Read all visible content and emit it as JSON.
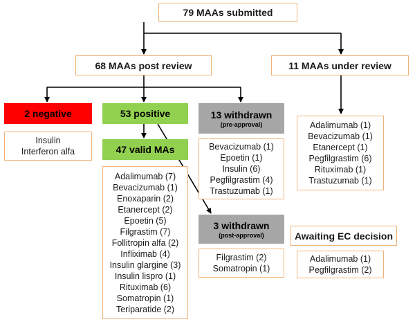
{
  "top": "79 MAAs submitted",
  "post_review": "68 MAAs post review",
  "under_review": "11 MAAs under review",
  "negative": "2 negative",
  "negative_items": [
    "Insulin",
    "Interferon alfa"
  ],
  "positive": "53 positive",
  "valid": "47 valid MAs",
  "valid_items": [
    "Adalimumab (7)",
    "Bevacizumab (1)",
    "Enoxaparin (2)",
    "Etanercept (2)",
    "Epoetin (5)",
    "Filgrastim (7)",
    "Follitropin alfa (2)",
    "Infliximab (4)",
    "Insulin glargine (3)",
    "Insulin lispro (1)",
    "Rituximab (6)",
    "Somatropin (1)",
    "Teriparatide (2)"
  ],
  "withdrawn_pre": "13 withdrawn",
  "withdrawn_pre_sub": "(pre-approval)",
  "withdrawn_pre_items": [
    "Bevacizumab (1)",
    "Epoetin (1)",
    "Insulin (6)",
    "Pegfilgrastim (4)",
    "Trastuzumab (1)"
  ],
  "withdrawn_post": "3 withdrawn",
  "withdrawn_post_sub": "(post-approval)",
  "withdrawn_post_items": [
    "Filgrastim (2)",
    "Somatropin (1)"
  ],
  "under_review_items": [
    "Adalimumab (1)",
    "Bevacizumab (1)",
    "Etanercept (1)",
    "Pegfilgrastim (6)",
    "Rituximab (1)",
    "Trastuzumab (1)"
  ],
  "awaiting": "Awaiting EC decision",
  "awaiting_items": [
    "Adalimumab (1)",
    "Pegfilgrastim (2)"
  ],
  "colors": {
    "negative": "#ff0000",
    "positive": "#92d050",
    "withdrawn": "#a6a6a6",
    "border": "#f0b27a"
  }
}
